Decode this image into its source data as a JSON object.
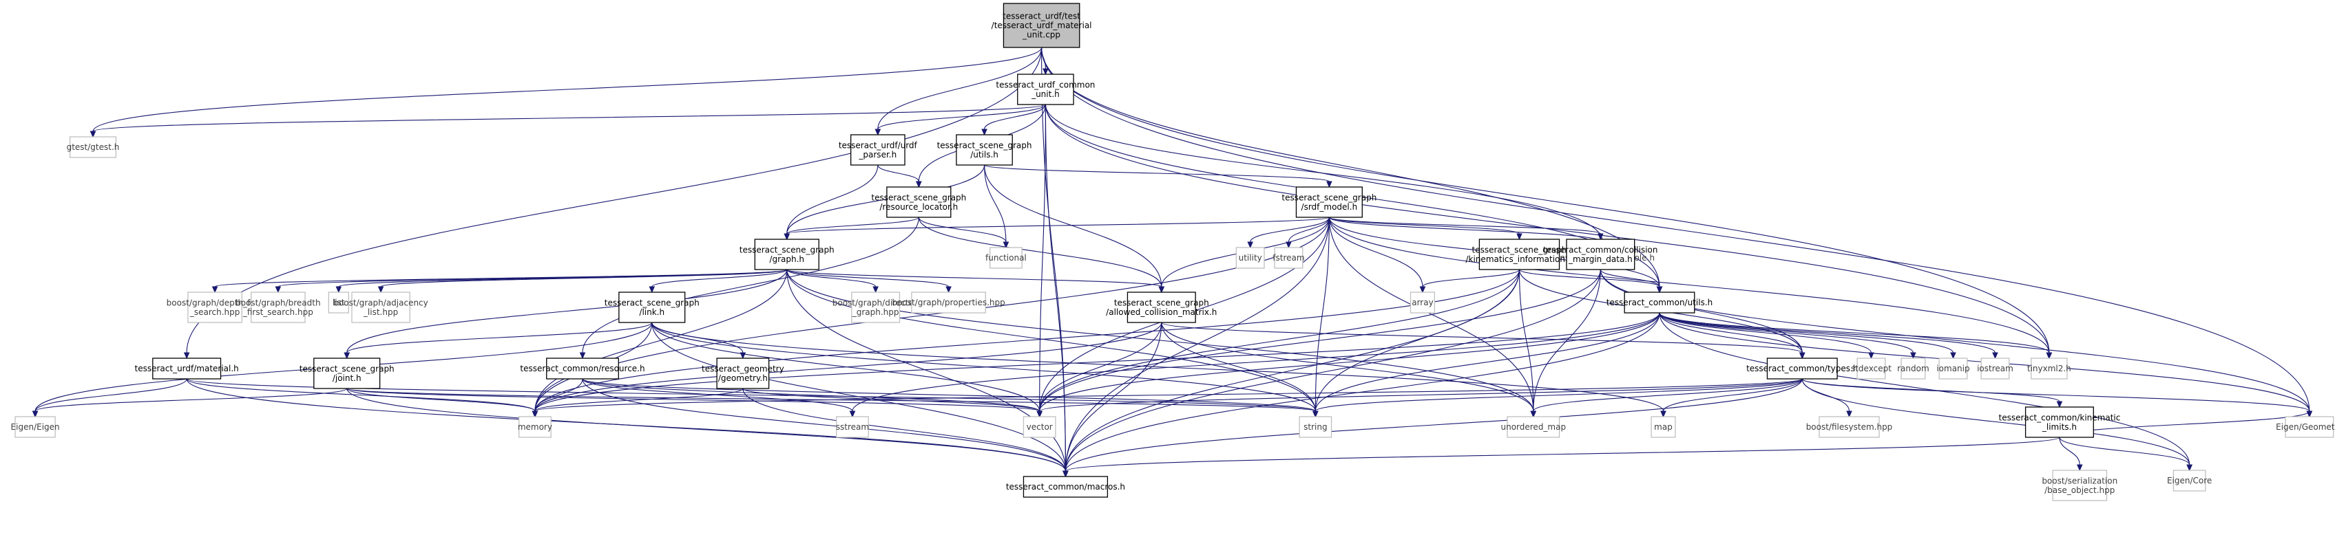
{
  "colors": {
    "edge": "#191970",
    "root_fill": "#bfbfbf",
    "box_fill": "#ffffff",
    "box_stroke": "#000000",
    "ext_stroke": "#bfbfbf",
    "ext_text": "#404040",
    "text": "#000000"
  },
  "nodes": [
    {
      "id": "root",
      "kind": "root",
      "icon": "",
      "lines": [
        "tesseract_urdf/test",
        "/tesseract_urdf_material",
        "_unit.cpp"
      ]
    },
    {
      "id": "common_unit",
      "kind": "box",
      "lines": [
        "tesseract_urdf_common",
        "_unit.h"
      ]
    },
    {
      "id": "gtest",
      "kind": "ext",
      "lines": [
        "gtest/gtest.h"
      ]
    },
    {
      "id": "urdf_parser",
      "kind": "box",
      "lines": [
        "tesseract_urdf/urdf",
        "_parser.h"
      ]
    },
    {
      "id": "sg_utils",
      "kind": "box",
      "lines": [
        "tesseract_scene_graph",
        "/utils.h"
      ]
    },
    {
      "id": "resource_locator",
      "kind": "box",
      "lines": [
        "tesseract_scene_graph",
        "/resource_locator.h"
      ]
    },
    {
      "id": "srdf_model",
      "kind": "box",
      "lines": [
        "tesseract_scene_graph",
        "/srdf_model.h"
      ]
    },
    {
      "id": "graph",
      "kind": "box",
      "lines": [
        "tesseract_scene_graph",
        "/graph.h"
      ]
    },
    {
      "id": "functional",
      "kind": "ext",
      "lines": [
        "functional"
      ]
    },
    {
      "id": "utility",
      "kind": "ext",
      "lines": [
        "utility"
      ]
    },
    {
      "id": "fstream",
      "kind": "ext",
      "lines": [
        "fstream"
      ]
    },
    {
      "id": "console",
      "kind": "ext",
      "lines": [
        "console_bridge/console.h"
      ]
    },
    {
      "id": "kin_info",
      "kind": "box",
      "lines": [
        "tesseract_scene_graph",
        "/kinematics_information.h"
      ]
    },
    {
      "id": "collision_margin",
      "kind": "box",
      "lines": [
        "tesseract_common/collision",
        "_margin_data.h"
      ]
    },
    {
      "id": "array",
      "kind": "ext",
      "lines": [
        "array"
      ]
    },
    {
      "id": "common_utils",
      "kind": "box",
      "lines": [
        "tesseract_common/utils.h"
      ]
    },
    {
      "id": "dfs",
      "kind": "ext",
      "lines": [
        "boost/graph/depth_first",
        "_search.hpp"
      ]
    },
    {
      "id": "bfs",
      "kind": "ext",
      "lines": [
        "boost/graph/breadth",
        "_first_search.hpp"
      ]
    },
    {
      "id": "list",
      "kind": "ext",
      "lines": [
        "list"
      ]
    },
    {
      "id": "adjacency",
      "kind": "ext",
      "lines": [
        "boost/graph/adjacency",
        "_list.hpp"
      ]
    },
    {
      "id": "link",
      "kind": "box",
      "lines": [
        "tesseract_scene_graph",
        "/link.h"
      ]
    },
    {
      "id": "directed",
      "kind": "ext",
      "lines": [
        "boost/graph/directed",
        "_graph.hpp"
      ]
    },
    {
      "id": "properties",
      "kind": "ext",
      "lines": [
        "boost/graph/properties.hpp"
      ]
    },
    {
      "id": "acm",
      "kind": "box",
      "lines": [
        "tesseract_scene_graph",
        "/allowed_collision_matrix.h"
      ]
    },
    {
      "id": "material",
      "kind": "box",
      "lines": [
        "tesseract_urdf/material.h"
      ]
    },
    {
      "id": "joint",
      "kind": "box",
      "lines": [
        "tesseract_scene_graph",
        "/joint.h"
      ]
    },
    {
      "id": "resource",
      "kind": "box",
      "lines": [
        "tesseract_common/resource.h"
      ]
    },
    {
      "id": "geometry",
      "kind": "box",
      "lines": [
        "tesseract_geometry",
        "/geometry.h"
      ]
    },
    {
      "id": "types",
      "kind": "box",
      "lines": [
        "tesseract_common/types.h"
      ]
    },
    {
      "id": "stdexcept",
      "kind": "ext",
      "lines": [
        "stdexcept"
      ]
    },
    {
      "id": "random",
      "kind": "ext",
      "lines": [
        "random"
      ]
    },
    {
      "id": "iomanip",
      "kind": "ext",
      "lines": [
        "iomanip"
      ]
    },
    {
      "id": "iostream",
      "kind": "ext",
      "lines": [
        "iostream"
      ]
    },
    {
      "id": "tinyxml2",
      "kind": "ext",
      "lines": [
        "tinyxml2.h"
      ]
    },
    {
      "id": "eigen",
      "kind": "ext",
      "lines": [
        "Eigen/Eigen"
      ]
    },
    {
      "id": "memory",
      "kind": "ext",
      "lines": [
        "memory"
      ]
    },
    {
      "id": "sstream",
      "kind": "ext",
      "lines": [
        "sstream"
      ]
    },
    {
      "id": "vector",
      "kind": "ext",
      "lines": [
        "vector"
      ]
    },
    {
      "id": "string",
      "kind": "ext",
      "lines": [
        "string"
      ]
    },
    {
      "id": "unordered_map",
      "kind": "ext",
      "lines": [
        "unordered_map"
      ]
    },
    {
      "id": "map",
      "kind": "ext",
      "lines": [
        "map"
      ]
    },
    {
      "id": "filesystem",
      "kind": "ext",
      "lines": [
        "boost/filesystem.hpp"
      ]
    },
    {
      "id": "kin_limits",
      "kind": "box",
      "lines": [
        "tesseract_common/kinematic",
        "_limits.h"
      ]
    },
    {
      "id": "eigen_geometry",
      "kind": "ext",
      "lines": [
        "Eigen/Geometry"
      ]
    },
    {
      "id": "macros",
      "kind": "box",
      "lines": [
        "tesseract_common/macros.h"
      ]
    },
    {
      "id": "serialization",
      "kind": "ext",
      "lines": [
        "boost/serialization",
        "/base_object.hpp"
      ]
    },
    {
      "id": "eigen_core",
      "kind": "ext",
      "lines": [
        "Eigen/Core"
      ]
    }
  ],
  "edges": [
    [
      "root",
      "common_unit"
    ],
    [
      "root",
      "gtest"
    ],
    [
      "root",
      "urdf_parser"
    ],
    [
      "root",
      "material"
    ],
    [
      "root",
      "common_utils"
    ],
    [
      "root",
      "tinyxml2"
    ],
    [
      "root",
      "eigen_geometry"
    ],
    [
      "root",
      "macros"
    ],
    [
      "common_unit",
      "gtest"
    ],
    [
      "common_unit",
      "urdf_parser"
    ],
    [
      "common_unit",
      "sg_utils"
    ],
    [
      "common_unit",
      "resource_locator"
    ],
    [
      "common_unit",
      "console"
    ],
    [
      "common_unit",
      "common_utils"
    ],
    [
      "common_unit",
      "tinyxml2"
    ],
    [
      "common_unit",
      "vector"
    ],
    [
      "common_unit",
      "macros"
    ],
    [
      "urdf_parser",
      "resource_locator"
    ],
    [
      "urdf_parser",
      "graph"
    ],
    [
      "sg_utils",
      "graph"
    ],
    [
      "sg_utils",
      "functional"
    ],
    [
      "sg_utils",
      "srdf_model"
    ],
    [
      "sg_utils",
      "acm"
    ],
    [
      "resource_locator",
      "graph"
    ],
    [
      "resource_locator",
      "functional"
    ],
    [
      "resource_locator",
      "acm"
    ],
    [
      "resource_locator",
      "resource"
    ],
    [
      "srdf_model",
      "graph"
    ],
    [
      "srdf_model",
      "acm"
    ],
    [
      "srdf_model",
      "utility"
    ],
    [
      "srdf_model",
      "fstream"
    ],
    [
      "srdf_model",
      "console"
    ],
    [
      "srdf_model",
      "kin_info"
    ],
    [
      "srdf_model",
      "collision_margin"
    ],
    [
      "srdf_model",
      "array"
    ],
    [
      "srdf_model",
      "common_utils"
    ],
    [
      "srdf_model",
      "tinyxml2"
    ],
    [
      "srdf_model",
      "vector"
    ],
    [
      "srdf_model",
      "string"
    ],
    [
      "srdf_model",
      "unordered_map"
    ],
    [
      "srdf_model",
      "macros"
    ],
    [
      "srdf_model",
      "memory"
    ],
    [
      "graph",
      "dfs"
    ],
    [
      "graph",
      "bfs"
    ],
    [
      "graph",
      "list"
    ],
    [
      "graph",
      "adjacency"
    ],
    [
      "graph",
      "link"
    ],
    [
      "graph",
      "directed"
    ],
    [
      "graph",
      "properties"
    ],
    [
      "graph",
      "acm"
    ],
    [
      "graph",
      "joint"
    ],
    [
      "graph",
      "string"
    ],
    [
      "graph",
      "unordered_map"
    ],
    [
      "graph",
      "macros"
    ],
    [
      "graph",
      "memory"
    ],
    [
      "kin_info",
      "array"
    ],
    [
      "kin_info",
      "common_utils"
    ],
    [
      "kin_info",
      "types"
    ],
    [
      "kin_info",
      "vector"
    ],
    [
      "kin_info",
      "string"
    ],
    [
      "kin_info",
      "unordered_map"
    ],
    [
      "kin_info",
      "macros"
    ],
    [
      "kin_info",
      "memory"
    ],
    [
      "collision_margin",
      "common_utils"
    ],
    [
      "collision_margin",
      "types"
    ],
    [
      "collision_margin",
      "vector"
    ],
    [
      "collision_margin",
      "unordered_map"
    ],
    [
      "collision_margin",
      "macros"
    ],
    [
      "collision_margin",
      "eigen_geometry"
    ],
    [
      "common_utils",
      "stdexcept"
    ],
    [
      "common_utils",
      "random"
    ],
    [
      "common_utils",
      "iomanip"
    ],
    [
      "common_utils",
      "iostream"
    ],
    [
      "common_utils",
      "tinyxml2"
    ],
    [
      "common_utils",
      "types"
    ],
    [
      "common_utils",
      "vector"
    ],
    [
      "common_utils",
      "string"
    ],
    [
      "common_utils",
      "sstream"
    ],
    [
      "common_utils",
      "eigen_geometry"
    ],
    [
      "common_utils",
      "eigen_core"
    ],
    [
      "common_utils",
      "macros"
    ],
    [
      "common_utils",
      "memory"
    ],
    [
      "link",
      "joint"
    ],
    [
      "link",
      "geometry"
    ],
    [
      "link",
      "eigen"
    ],
    [
      "link",
      "memory"
    ],
    [
      "link",
      "vector"
    ],
    [
      "link",
      "string"
    ],
    [
      "link",
      "map"
    ],
    [
      "link",
      "macros"
    ],
    [
      "acm",
      "types"
    ],
    [
      "acm",
      "vector"
    ],
    [
      "acm",
      "string"
    ],
    [
      "acm",
      "unordered_map"
    ],
    [
      "acm",
      "macros"
    ],
    [
      "acm",
      "memory"
    ],
    [
      "material",
      "eigen"
    ],
    [
      "material",
      "memory"
    ],
    [
      "material",
      "string"
    ],
    [
      "material",
      "macros"
    ],
    [
      "joint",
      "eigen"
    ],
    [
      "joint",
      "memory"
    ],
    [
      "joint",
      "vector"
    ],
    [
      "joint",
      "string"
    ],
    [
      "joint",
      "macros"
    ],
    [
      "resource",
      "memory"
    ],
    [
      "resource",
      "vector"
    ],
    [
      "resource",
      "string"
    ],
    [
      "resource",
      "sstream"
    ],
    [
      "resource",
      "macros"
    ],
    [
      "geometry",
      "memory"
    ],
    [
      "geometry",
      "vector"
    ],
    [
      "geometry",
      "macros"
    ],
    [
      "types",
      "vector"
    ],
    [
      "types",
      "string"
    ],
    [
      "types",
      "unordered_map"
    ],
    [
      "types",
      "map"
    ],
    [
      "types",
      "filesystem"
    ],
    [
      "types",
      "kin_limits"
    ],
    [
      "types",
      "eigen_geometry"
    ],
    [
      "types",
      "eigen_core"
    ],
    [
      "types",
      "macros"
    ],
    [
      "types",
      "memory"
    ],
    [
      "kin_limits",
      "serialization"
    ],
    [
      "kin_limits",
      "eigen_core"
    ],
    [
      "kin_limits",
      "eigen_geometry"
    ],
    [
      "kin_limits",
      "macros"
    ]
  ]
}
